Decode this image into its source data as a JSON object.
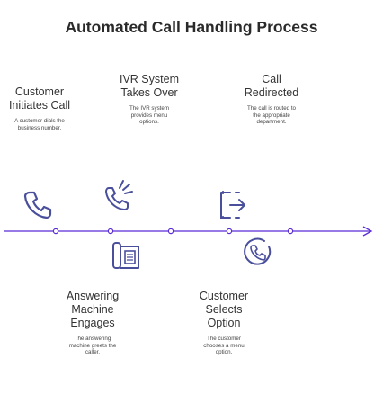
{
  "title": "Automated Call Handling Process",
  "steps_top": [
    {
      "heading_lines": [
        "Customer",
        "Initiates Call"
      ],
      "desc_lines": [
        "A customer dials the",
        "business number."
      ],
      "icon": "phone-icon"
    },
    {
      "heading_lines": [
        "IVR System",
        "Takes Over"
      ],
      "desc_lines": [
        "The IVR system",
        "provides menu",
        "options."
      ],
      "icon": "phone-ringing-icon"
    },
    {
      "heading_lines": [
        "Call",
        "Redirected"
      ],
      "desc_lines": [
        "The call is routed to",
        "the appropriate",
        "department."
      ],
      "icon": "call-forward-icon"
    }
  ],
  "steps_bottom": [
    {
      "heading_lines": [
        "Answering",
        "Machine",
        "Engages"
      ],
      "desc_lines": [
        "The answering",
        "machine greets the",
        "caller."
      ],
      "icon": "answering-machine-icon"
    },
    {
      "heading_lines": [
        "Customer",
        "Selects",
        "Option"
      ],
      "desc_lines": [
        "The customer",
        "chooses a menu",
        "option."
      ],
      "icon": "menu-option-icon"
    }
  ],
  "colors": {
    "line": "#5b2bd6",
    "icon": "#4a4f9c"
  }
}
